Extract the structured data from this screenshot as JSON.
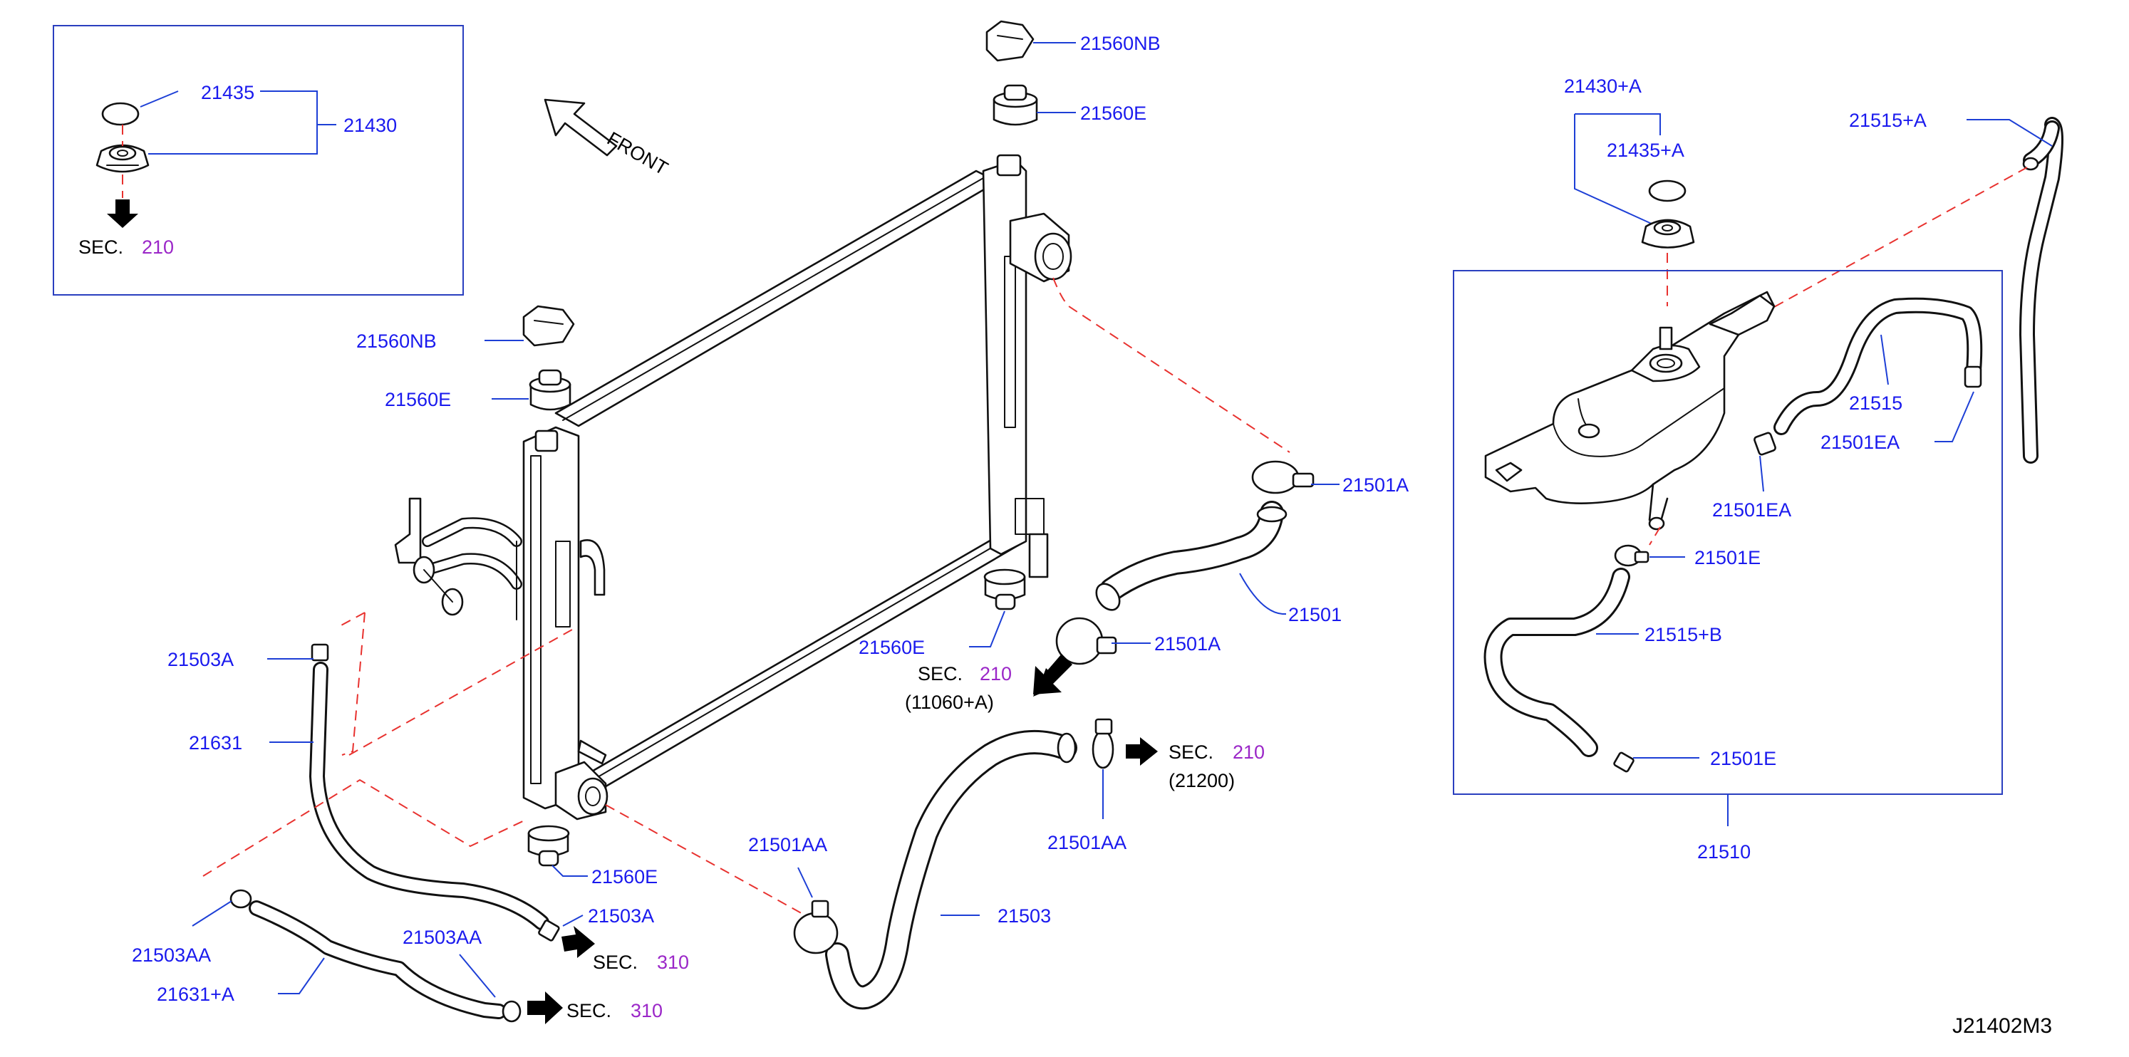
{
  "diagram_id": "J21402M3",
  "front_label": "FRONT",
  "inset_labels": {
    "gasket": "21435",
    "cap_assembly": "21430",
    "sec_prefix": "SEC.",
    "sec_number": "210"
  },
  "radiator_labels": {
    "top_right_bracket": "21560NB",
    "top_right_mount": "21560E",
    "top_left_bracket": "21560NB",
    "top_left_mount": "21560E",
    "bottom_right_mount": "21560E",
    "bottom_left_mount": "21560E"
  },
  "upper_hose_labels": {
    "upper_clamp": "21501A",
    "upper_hose": "21501",
    "lower_clamp": "21501A",
    "sec_prefix": "SEC.",
    "sec_number": "210",
    "sec_ref": "(11060+A)"
  },
  "lower_hose_labels": {
    "hose": "21503",
    "clamp_left": "21501AA",
    "clamp_right": "21501AA",
    "sec_prefix": "SEC.",
    "sec_number": "210",
    "sec_ref": "(21200)"
  },
  "oil_cooler_hoses": {
    "clip_top": "21503A",
    "hose": "21631",
    "clip_bottom": "21503A",
    "sec_a_prefix": "SEC.",
    "sec_a_number": "310",
    "clip_aa_left": "21503AA",
    "clip_aa_right": "21503AA",
    "hose_plus_a": "21631+A",
    "sec_b_prefix": "SEC.",
    "sec_b_number": "310"
  },
  "reservoir_labels": {
    "cap_assembly": "21430+A",
    "gasket": "21435+A",
    "overflow_hose": "21515+A",
    "hose": "21515",
    "clamp_ea_right": "21501EA",
    "clamp_ea_left": "21501EA",
    "clamp_e_top": "21501E",
    "hose_plus_b": "21515+B",
    "clamp_e_bottom": "21501E",
    "tank_assembly": "21510"
  }
}
